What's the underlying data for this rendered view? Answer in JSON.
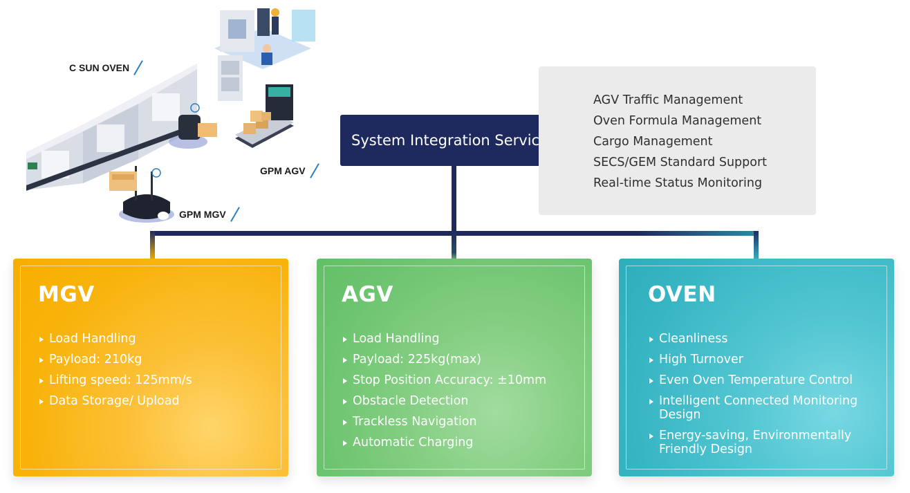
{
  "illustration": {
    "labels": [
      "C SUN OVEN",
      "GPM AGV",
      "GPM MGV"
    ]
  },
  "center_node": {
    "label": "System Integration Services"
  },
  "features": [
    "AGV Traffic Management",
    "Oven Formula Management",
    "Cargo Management",
    "SECS/GEM Standard Support",
    "Real-time Status Monitoring"
  ],
  "cards": [
    {
      "title": "MGV",
      "color": "#f7ae00",
      "items": [
        "Load Handling",
        "Payload: 210kg",
        "Lifting speed: 125mm/s",
        "Data Storage/ Upload"
      ]
    },
    {
      "title": "AGV",
      "color": "#6cc46e",
      "items": [
        "Load Handling",
        "Payload: 225kg(max)",
        "Stop Position Accuracy: ±10mm",
        "Obstacle Detection",
        "Trackless Navigation",
        "Automatic Charging"
      ]
    },
    {
      "title": "OVEN",
      "color": "#38b5c3",
      "items": [
        "Cleanliness",
        "High Turnover",
        "Even Oven Temperature Control",
        "Intelligent Connected Monitoring Design",
        "Energy-saving, Environmentally Friendly Design"
      ]
    }
  ],
  "colors": {
    "navy": "#1e2a5e",
    "panel": "#ebebeb",
    "label_accent": "#2a7fc0"
  }
}
